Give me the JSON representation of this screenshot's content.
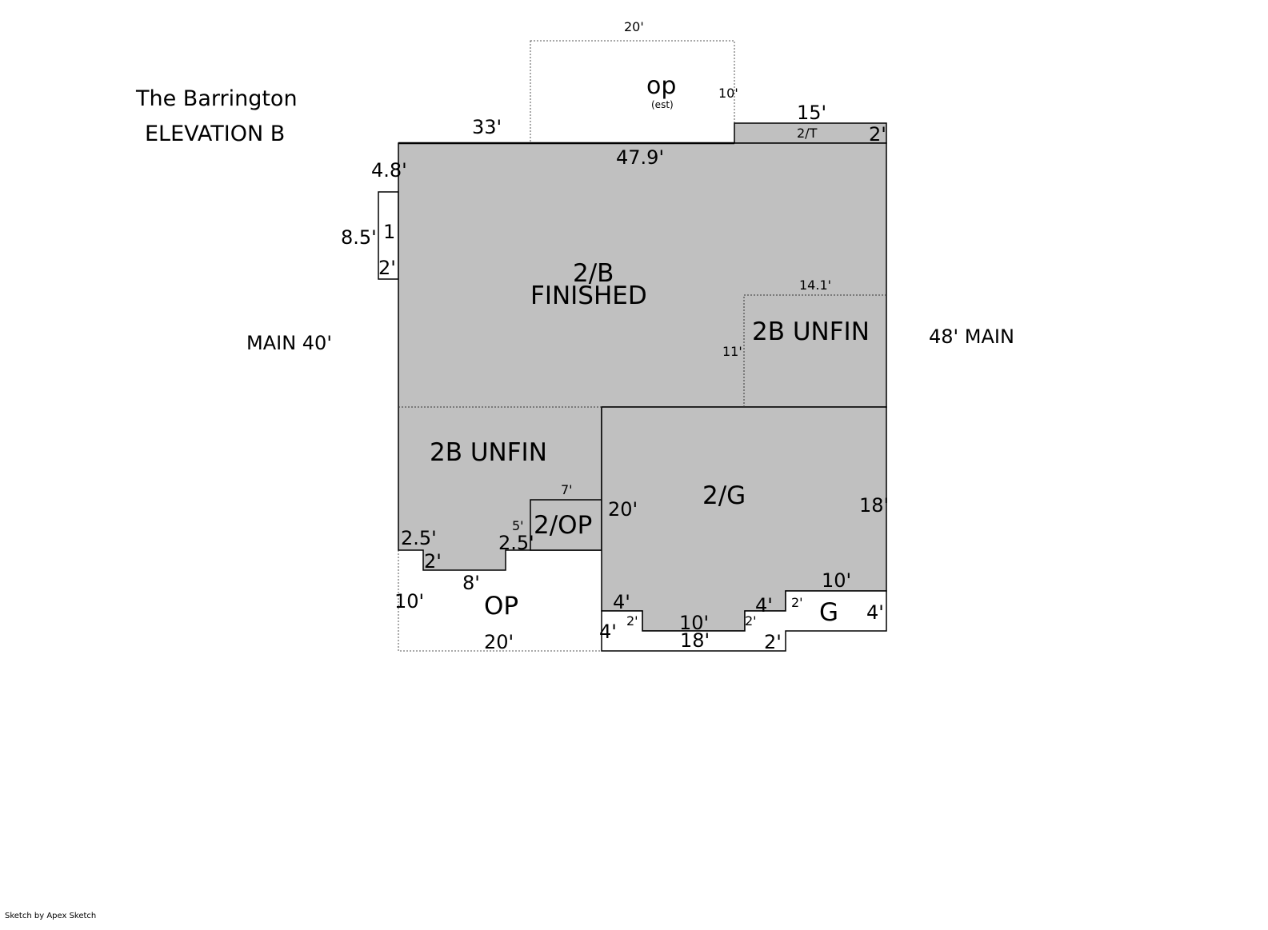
{
  "title": {
    "line1": "The Barrington",
    "line2": "ELEVATION B"
  },
  "side_labels": {
    "left": "MAIN 40'",
    "right": "48' MAIN"
  },
  "areas": {
    "top_porch": "op",
    "top_porch_note": "(est)",
    "top_deck": "2/T",
    "main_line1": "2/B",
    "main_line2": "FINISHED",
    "unfin_right": "2B UNFIN",
    "unfin_left": "2B UNFIN",
    "porch_small": "2/OP",
    "garage_upper": "2/G",
    "porch_bottom": "OP",
    "garage_lower": "G",
    "bump_small": "1"
  },
  "dimensions": {
    "top_porch_width": "20'",
    "top_porch_depth": "10'",
    "top_left_segment": "33'",
    "main_top": "47.9'",
    "deck_width": "15'",
    "deck_depth": "2'",
    "left_offset": "4.8'",
    "bump_height": "8.5'",
    "bump_depth": "2'",
    "unfin_right_width": "14.1'",
    "unfin_right_height": "11'",
    "porch_small_width": "7'",
    "porch_small_height": "5'",
    "left_step1": "2.5'",
    "left_step2": "2'",
    "left_step3": "8'",
    "left_step4": "2.5'",
    "porch_bottom_depth": "10'",
    "porch_bottom_width": "20'",
    "garage_left": "20'",
    "garage_right": "18'",
    "garage_step_right": "10'",
    "garage_a": "4'",
    "garage_b": "2'",
    "garage_c": "10'",
    "garage_d": "4'",
    "garage_e": "2'",
    "garage_f": "2'",
    "garage_g": "4'",
    "garage_h": "4'",
    "garage_i": "18'",
    "garage_j": "2'"
  },
  "footer": "Sketch by Apex Sketch",
  "colors": {
    "fill": "#c0c0c0",
    "line": "#000000",
    "background": "#ffffff"
  }
}
